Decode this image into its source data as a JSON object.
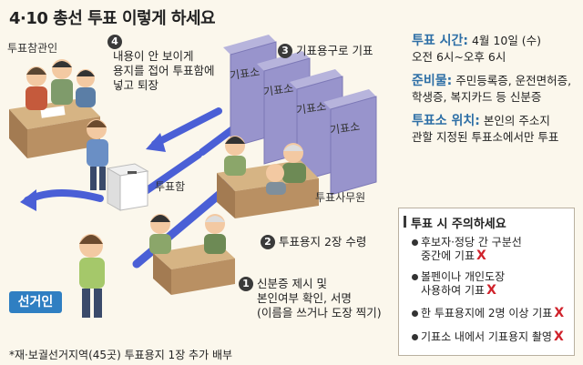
{
  "title": "4·10 총선 투표 이렇게 하세요",
  "labels": {
    "observer": "투표참관인",
    "ballot_box": "투표함",
    "staff": "투표사무원",
    "voter": "선거인",
    "booth": "기표소"
  },
  "steps": [
    {
      "num": "1",
      "lines": [
        "신분증 제시 및",
        "본인여부 확인, 서명",
        "(이름을 쓰거나 도장 찍기)"
      ]
    },
    {
      "num": "2",
      "lines": [
        "투표용지 2장 수령"
      ]
    },
    {
      "num": "3",
      "lines": [
        "기표용구로 기표"
      ]
    },
    {
      "num": "4",
      "lines": [
        "내용이 안 보이게",
        "용지를 접어 투표함에",
        "넣고 퇴장"
      ]
    }
  ],
  "info": {
    "time_key": "투표 시간:",
    "time_val1": "4월 10일 (수)",
    "time_val2": "오전 6시~오후 6시",
    "items_key": "준비물:",
    "items_val1": "주민등록증, 운전면허증,",
    "items_val2": "학생증, 복지카드 등 신분증",
    "place_key": "투표소 위치:",
    "place_val1": "본인의 주소지",
    "place_val2": "관할 지정된 투표소에서만 투표"
  },
  "cautions": {
    "title": "투표 시 주의하세요",
    "items": [
      [
        "후보자·정당 간 구분선",
        "중간에 기표"
      ],
      [
        "볼펜이나 개인도장",
        "사용하여 기표"
      ],
      [
        "한 투표용지에 2명 이상 기표"
      ],
      [
        "기표소 내에서 기표용지 촬영"
      ]
    ],
    "mark": "X"
  },
  "footnote": "*재·보궐선거지역(45곳) 투표용지 1장 추가 배부",
  "colors": {
    "accent": "#2e6fa6",
    "arrow": "#4a5fd6",
    "booth": "#9b97cf",
    "warn": "#d0222b",
    "voter_tag": "#2f7fc2"
  }
}
